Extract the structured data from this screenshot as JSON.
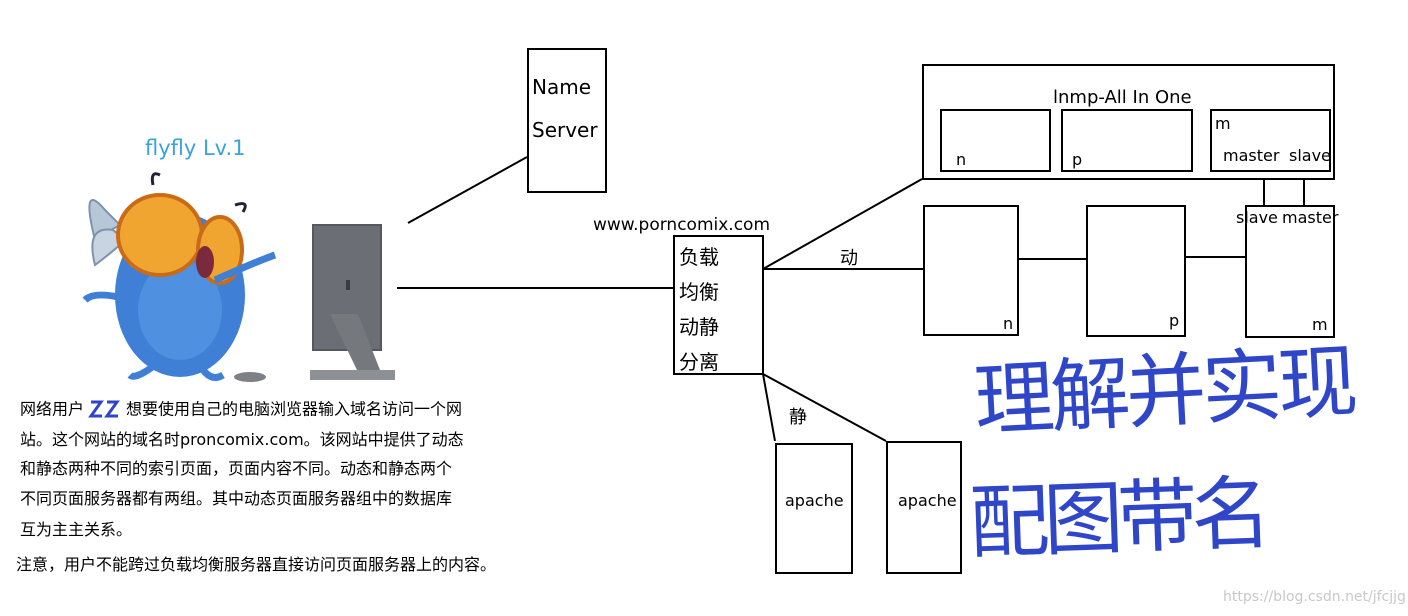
{
  "character": {
    "label": "flyfly Lv.1"
  },
  "name_server": {
    "line1": "Name",
    "line2": "Server"
  },
  "lb": {
    "domain": "www.porncomix.com",
    "lines": [
      "负载",
      "均衡",
      "动静",
      "分离"
    ]
  },
  "edges": {
    "dynamic": "动",
    "static": "静"
  },
  "lnmp": {
    "title": "lnmp-All In One",
    "n": "n",
    "p": "p",
    "m": "m",
    "master": "master",
    "slave": "slave",
    "slave_below": "slave",
    "master_below": "master"
  },
  "dyn_group": {
    "n": "n",
    "p": "p",
    "m": "m"
  },
  "static_group": {
    "apache1": "apache",
    "apache2": "apache"
  },
  "description": {
    "line1_before": "网络用户",
    "line1_after": "想要使用自己的电脑浏览器输入域名访问一个网",
    "line2": "站。这个网站的域名时proncomix.com。该网站中提供了动态",
    "line3": "和静态两种不同的索引页面，页面内容不同。动态和静态两个",
    "line4": "不同页面服务器都有两组。其中动态页面服务器组中的数据库",
    "line5": "互为主主关系。",
    "note": "注意，用户不能跨过负载均衡服务器直接访问页面服务器上的内容。"
  },
  "handwriting": {
    "line1": "理解并实现",
    "line2": "配图带名"
  },
  "watermark": "https://blog.csdn.net/jfcjjg",
  "colors": {
    "character_label": "#3aa2dc",
    "handwriting": "#2f46c8",
    "character_body": "#3f7fd6"
  },
  "icons": [
    "fly-character-icon",
    "monitor-icon"
  ]
}
